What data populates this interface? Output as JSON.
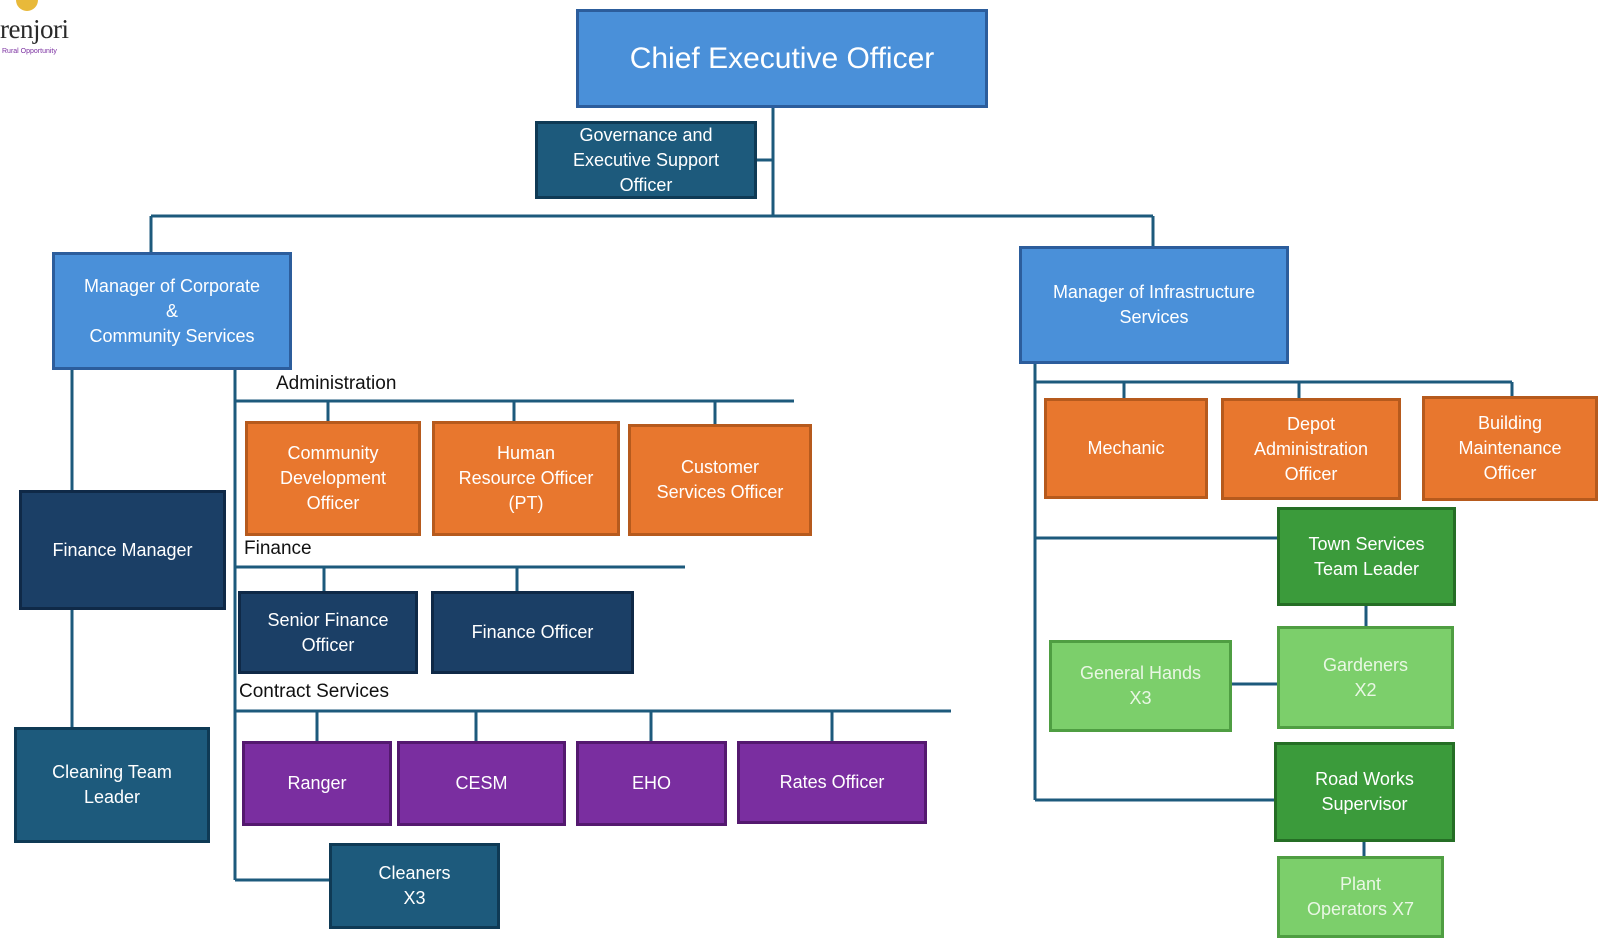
{
  "logo": {
    "wordmark": "renjori",
    "tagline": "Rural Opportunity"
  },
  "roles": {
    "ceo": "Chief Executive Officer",
    "governance": "Governance and\nExecutive Support\nOfficer",
    "mgr_corporate": "Manager of Corporate\n&\nCommunity Services",
    "mgr_infrastructure": "Manager of Infrastructure\nServices",
    "finance_manager": "Finance Manager",
    "cleaning_team_leader": "Cleaning Team\nLeader",
    "community_dev": "Community\nDevelopment\nOfficer",
    "hr_officer": "Human\nResource Officer\n(PT)",
    "customer_services": "Customer\nServices Officer",
    "senior_finance": "Senior Finance\nOfficer",
    "finance_officer": "Finance Officer",
    "ranger": "Ranger",
    "cesm": "CESM",
    "eho": "EHO",
    "rates_officer": "Rates Officer",
    "cleaners": "Cleaners\nX3",
    "mechanic": "Mechanic",
    "depot_admin": "Depot\nAdministration\nOfficer",
    "building_maintenance": "Building\nMaintenance\nOfficer",
    "town_services": "Town Services\nTeam Leader",
    "general_hands": "General Hands\nX3",
    "gardeners": "Gardeners\nX2",
    "road_works": "Road Works\nSupervisor",
    "plant_operators": "Plant\nOperators X7"
  },
  "sections": {
    "administration": "Administration",
    "finance": "Finance",
    "contract_services": "Contract Services"
  },
  "colors": {
    "light_blue": "#4a90d9",
    "teal": "#1d5a7c",
    "navy": "#1b3f66",
    "orange": "#e8772e",
    "purple": "#7a2ea0",
    "green": "#3b9b3b",
    "light_green": "#7ccf6b",
    "connector": "#1d5a7c"
  }
}
